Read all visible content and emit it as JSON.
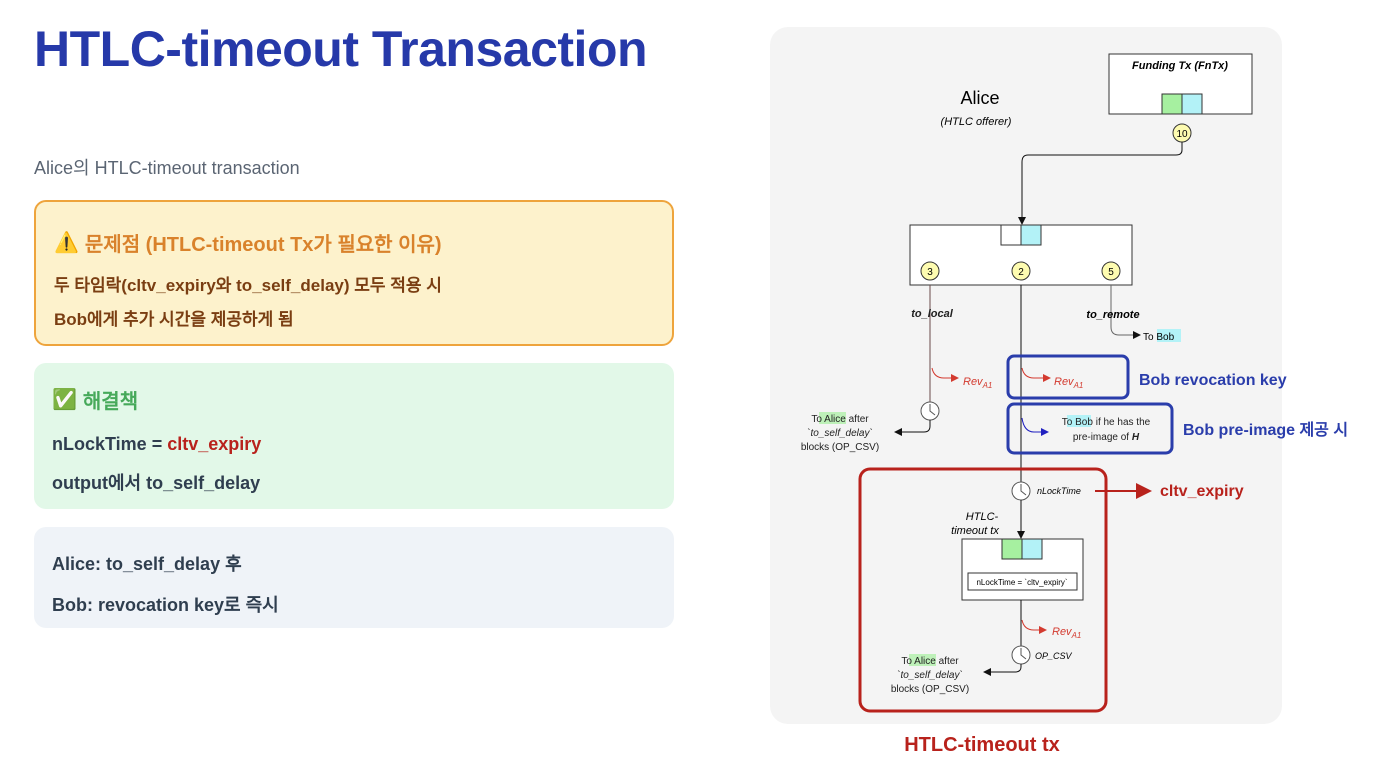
{
  "title": "HTLC-timeout Transaction",
  "subtitle": "Alice의 HTLC-timeout transaction",
  "problem": {
    "icon": "warning-icon",
    "heading": "문제점 (HTLC-timeout Tx가 필요한 이유)",
    "lines": [
      "두 타임락(cltv_expiry와 to_self_delay) 모두 적용 시",
      "Bob에게 추가 시간을 제공하게 됨"
    ]
  },
  "solution": {
    "icon": "check-icon",
    "heading": "해결책",
    "line1_prefix": "nLockTime = ",
    "line1_value": "cltv_expiry",
    "line2": "output에서 to_self_delay"
  },
  "note": {
    "lines": [
      "Alice: to_self_delay 후",
      "Bob: revocation key로 즉시"
    ]
  },
  "diagram": {
    "funding_title": "Funding Tx (FnTx)",
    "alice": "Alice",
    "alice_role": "(HTLC offerer)",
    "outputs": {
      "funding": "10",
      "to_local": "3",
      "htlc": "2",
      "to_remote": "5"
    },
    "to_local": "to_local",
    "to_remote": "to_remote",
    "to": "To",
    "bob": "Bob",
    "alice_name": "Alice",
    "after": "after",
    "to_self_delay": "`to_self_delay`",
    "blocks": "blocks (OP_CSV)",
    "rev": "Rev",
    "rev_sub": "A1",
    "bob_if": "if he has the",
    "preimage": "pre-image of",
    "h": "H",
    "nlocktime": "nLockTime",
    "htlc_timeout_1": "HTLC-",
    "htlc_timeout_2": "timeout tx",
    "nlocktime_field": "nLockTime = `cltv_expiry`",
    "op_csv": "OP_CSV",
    "callout_revocation": "Bob revocation key",
    "callout_preimage": "Bob pre-image 제공 시",
    "callout_cltv": "cltv_expiry",
    "callout_htlc_timeout": "HTLC-timeout tx"
  },
  "colors": {
    "title": "#2639a9",
    "blue_callout": "#2a3dab",
    "red_callout": "#b8221c",
    "green_hl": "#a6f0a0",
    "cyan_hl": "#b3f2f7",
    "node": "#fdfbb0"
  }
}
